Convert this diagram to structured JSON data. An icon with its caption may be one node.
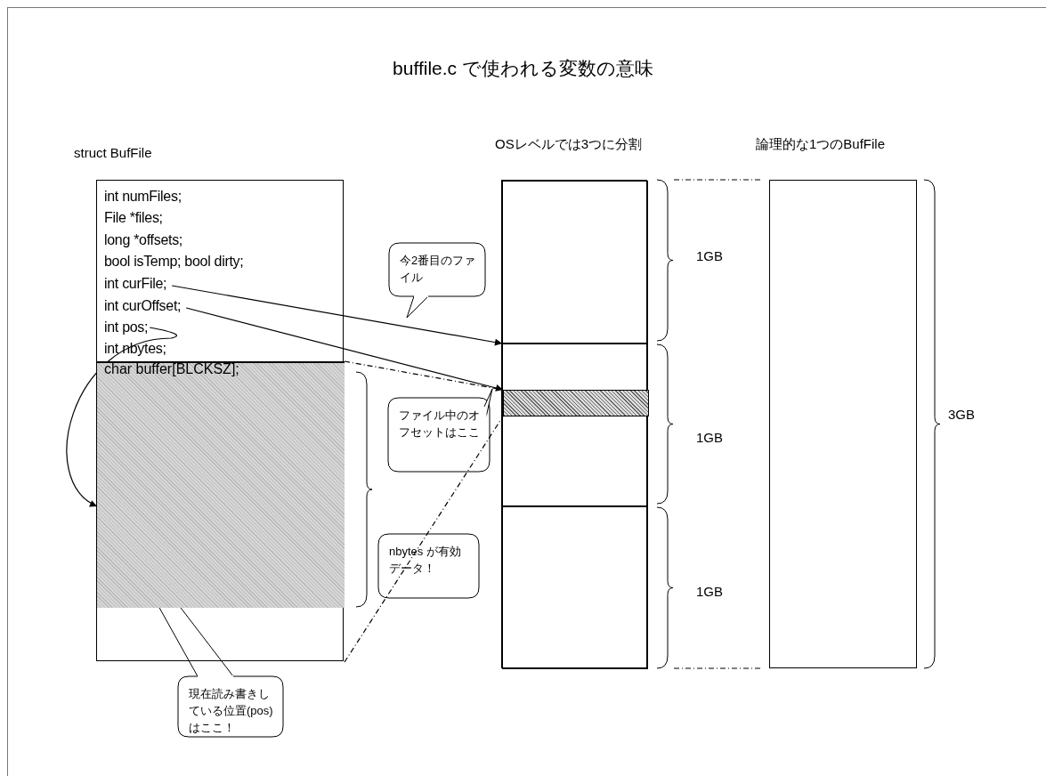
{
  "diagram": {
    "title": "buffile.c で使われる変数の意味",
    "nodes": [
      {
        "text": [
          "struct BufFile"
        ]
      },
      {
        "text": [
          "int numFiles;"
        ],
        "in": 0
      },
      {
        "text": [
          "File *files;"
        ],
        "in": 0
      },
      {
        "text": [
          "long *offsets;"
        ],
        "in": 0
      },
      {
        "text": [
          "bool isTemp; bool dirty;"
        ],
        "in": 0
      },
      {
        "text": [
          "int curFile;"
        ],
        "in": 0
      },
      {
        "text": [
          "int curOffset;"
        ],
        "in": 0
      },
      {
        "text": [
          "int pos;"
        ],
        "in": 0
      },
      {
        "text": [
          "int nbytes;"
        ],
        "in": 0
      },
      {
        "text": [
          "char buffer[BLCKSZ];"
        ],
        "in": 0
      },
      {
        "text": [
          "OSレベルでは3つに分割"
        ]
      },
      {
        "text": [],
        "shape": "box",
        "in": 10,
        "beside": [
          "1GB"
        ]
      },
      {
        "text": [],
        "shape": "box",
        "in": 10,
        "beside": [
          "1GB"
        ]
      },
      {
        "text": [],
        "shape": "bar",
        "in": 12
      },
      {
        "text": [],
        "shape": "box",
        "in": 10,
        "beside": [
          "1GB"
        ]
      },
      {
        "text": [
          "論理的な1つのBufFile"
        ],
        "beside": [
          "3GB"
        ]
      },
      {
        "text": [
          "今2番目のファイル"
        ]
      },
      {
        "text": [
          "ファイル中のオフセットはここ"
        ]
      },
      {
        "text": [
          "nbytes が有効データ！"
        ]
      },
      {
        "text": [
          "現在読み書きしている位置(pos)はここ！"
        ]
      }
    ],
    "edges": [
      {
        "from": 5,
        "to": 12,
        "arrow": "to"
      },
      {
        "from": 6,
        "to": 13,
        "arrow": "to"
      },
      {
        "from": 7,
        "to": 9,
        "arrow": "to"
      },
      {
        "from": 9,
        "to": 13,
        "arrow": "none",
        "style": "dashed"
      },
      {
        "from": 9,
        "to": 13,
        "arrow": "none",
        "style": "dashed"
      }
    ]
  }
}
